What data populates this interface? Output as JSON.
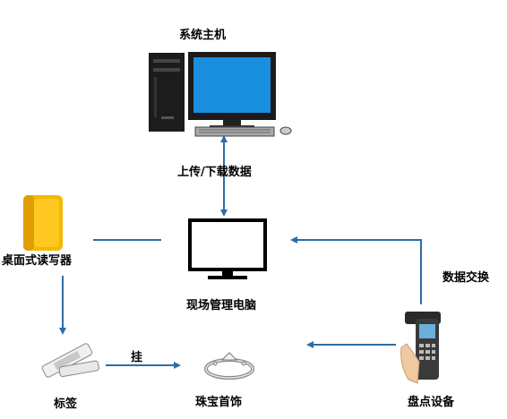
{
  "nodes": {
    "host": {
      "label": "系统主机",
      "icon": "desktop-computer-icon"
    },
    "site_pc": {
      "label": "现场管理电脑",
      "icon": "monitor-icon"
    },
    "reader": {
      "label": "桌面式读写器",
      "icon": "desktop-reader-icon"
    },
    "tag": {
      "label": "标签",
      "icon": "rfid-tag-icon"
    },
    "jewelry": {
      "label": "珠宝首饰",
      "icon": "ring-icon"
    },
    "inventory": {
      "label": "盘点设备",
      "icon": "handheld-scanner-icon"
    }
  },
  "edges": {
    "upload_download": "上传/下载数据",
    "exchange": "数据交换",
    "hang": "挂"
  },
  "colors": {
    "arrow": "#2e6da4",
    "screen": "#1a8fe0",
    "reader_yellow": "#f5b800"
  }
}
